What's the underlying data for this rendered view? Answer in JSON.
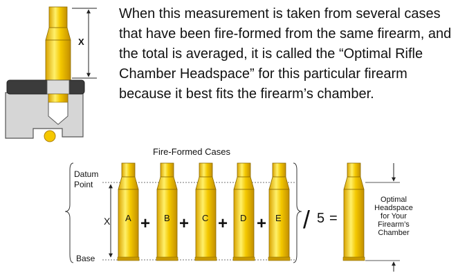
{
  "paragraph": "When this measurement is taken from several cases that have been fire-formed from the same firearm, and the total is averaged, it is called the “Optimal Rifle Chamber Headspace” for this particular firearm because it best fits the firearm’s chamber.",
  "gauge": {
    "x_label": "X"
  },
  "diagram": {
    "title": "Fire-Formed Cases",
    "datum_label": [
      "Datum",
      "Point"
    ],
    "x_label": "X",
    "base_label": "Base",
    "cases": [
      "A",
      "B",
      "C",
      "D",
      "E"
    ],
    "plus": "+",
    "slash": "/",
    "divisor": "5",
    "equals": "=",
    "result_label": [
      "Optimal",
      "Headspace",
      "for Your",
      "Firearm’s",
      "Chamber"
    ]
  },
  "colors": {
    "brass": "#f5c800",
    "brass_dark": "#c99a00",
    "steel": "#dcdcdc",
    "dark": "#333333"
  }
}
